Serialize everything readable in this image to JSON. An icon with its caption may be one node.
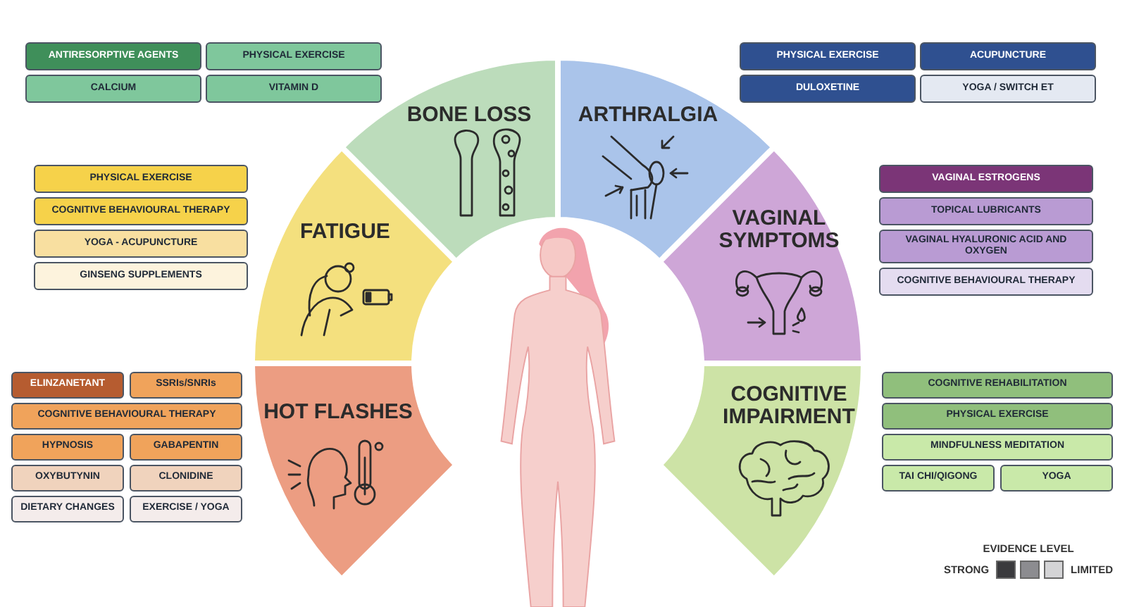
{
  "diagram": {
    "nodes": [
      {
        "text": [
          "ANTIRESORPTIVE AGENTS"
        ]
      },
      {
        "text": [
          "PHYSICAL EXERCISE"
        ]
      },
      {
        "text": [
          "CALCIUM"
        ]
      },
      {
        "text": [
          "VITAMIN D"
        ]
      },
      {
        "text": [
          "BONE LOSS"
        ]
      },
      {
        "text": [
          "ARTHRALGIA"
        ]
      },
      {
        "text": [
          "PHYSICAL EXERCISE"
        ]
      },
      {
        "text": [
          "ACUPUNCTURE"
        ]
      },
      {
        "text": [
          "DULOXETINE"
        ]
      },
      {
        "text": [
          "YOGA / SWITCH ET"
        ]
      },
      {
        "text": [
          "PHYSICAL EXERCISE"
        ]
      },
      {
        "text": [
          "COGNITIVE BEHAVIOURAL THERAPY"
        ]
      },
      {
        "text": [
          "YOGA - ACUPUNCTURE"
        ]
      },
      {
        "text": [
          "GINSENG SUPPLEMENTS"
        ]
      },
      {
        "text": [
          "FATIGUE"
        ]
      },
      {
        "text": [
          "VAGINAL SYMPTOMS"
        ]
      },
      {
        "text": [
          "VAGINAL ESTROGENS"
        ]
      },
      {
        "text": [
          "TOPICAL LUBRICANTS"
        ]
      },
      {
        "text": [
          "VAGINAL HYALURONIC ACID AND OXYGEN"
        ]
      },
      {
        "text": [
          "COGNITIVE BEHAVIOURAL THERAPY"
        ]
      },
      {
        "text": [
          "ELINZANETANT"
        ]
      },
      {
        "text": [
          "SSRIs/SNRIs"
        ]
      },
      {
        "text": [
          "COGNITIVE BEHAVIOURAL THERAPY"
        ]
      },
      {
        "text": [
          "HYPNOSIS"
        ]
      },
      {
        "text": [
          "GABAPENTIN"
        ]
      },
      {
        "text": [
          "OXYBUTYNIN"
        ]
      },
      {
        "text": [
          "CLONIDINE"
        ]
      },
      {
        "text": [
          "DIETARY CHANGES"
        ]
      },
      {
        "text": [
          "EXERCISE / YOGA"
        ]
      },
      {
        "text": [
          "HOT FLASHES"
        ]
      },
      {
        "text": [
          "COGNITIVE IMPAIRMENT"
        ]
      },
      {
        "text": [
          "COGNITIVE REHABILITATION"
        ]
      },
      {
        "text": [
          "PHYSICAL EXERCISE"
        ]
      },
      {
        "text": [
          "MINDFULNESS MEDITATION"
        ]
      },
      {
        "text": [
          "TAI CHI/QIGONG"
        ]
      },
      {
        "text": [
          "YOGA"
        ]
      }
    ],
    "labels": [
      "EVIDENCE LEVEL"
    ],
    "legend": [
      {
        "text": "STRONG",
        "color": "#3a3a3d"
      },
      {
        "text": "LIMITED",
        "color": "#d4d4d6"
      }
    ]
  }
}
